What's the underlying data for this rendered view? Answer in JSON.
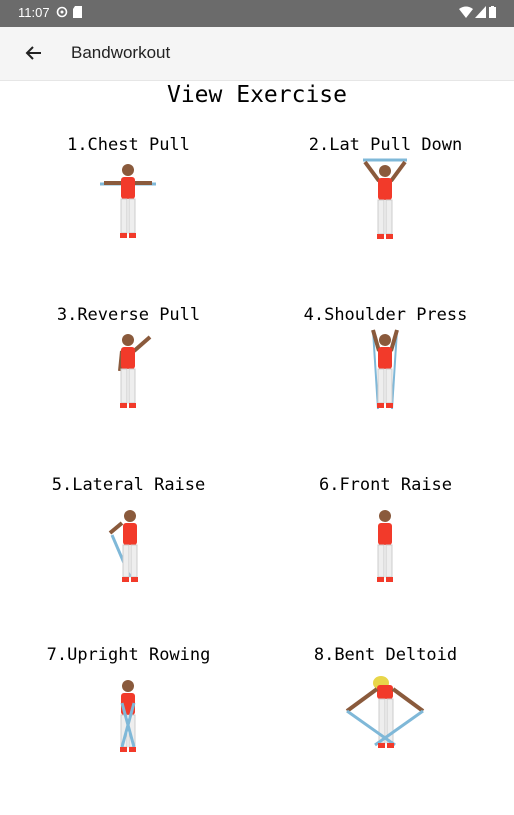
{
  "status_bar": {
    "time": "11:07",
    "icons": [
      "settings-sync-icon",
      "sd-card-icon",
      "wifi-icon",
      "signal-icon",
      "battery-icon"
    ]
  },
  "app_bar": {
    "back_icon": "arrow-left-icon",
    "title": "Bandworkout"
  },
  "page": {
    "title": "View Exercise"
  },
  "exercises": [
    {
      "label": "1.Chest Pull",
      "pose": "arms-out"
    },
    {
      "label": "2.Lat Pull Down",
      "pose": "arms-up-band-top"
    },
    {
      "label": "3.Reverse Pull",
      "pose": "arm-raised-one"
    },
    {
      "label": "4.Shoulder Press",
      "pose": "arms-up-band-feet"
    },
    {
      "label": "5.Lateral Raise",
      "pose": "band-side"
    },
    {
      "label": "6.Front Raise",
      "pose": "band-front"
    },
    {
      "label": "7.Upright Rowing",
      "pose": "band-cross"
    },
    {
      "label": "8.Bent Deltoid",
      "pose": "bent-over"
    }
  ],
  "colors": {
    "status_bar": "#6b6b6b",
    "app_bar": "#f5f5f5",
    "shirt": "#f23a2a",
    "band": "#7fb8d8",
    "skin": "#8a5a3c"
  }
}
